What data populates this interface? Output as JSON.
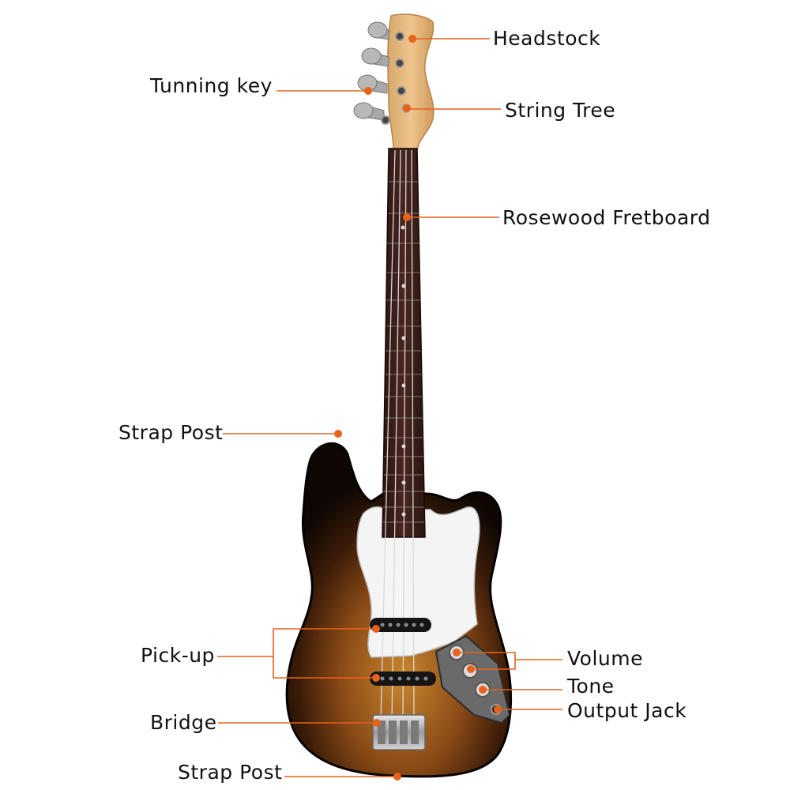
{
  "colors": {
    "leader": "#e8621a",
    "text": "#111111"
  },
  "labels": {
    "headstock": "Headstock",
    "tuning_key": "Tunning key",
    "string_tree": "String Tree",
    "fretboard": "Rosewood Fretboard",
    "strap_post_top": "Strap Post",
    "pickup": "Pick-up",
    "volume": "Volume",
    "tone": "Tone",
    "output_jack": "Output Jack",
    "bridge": "Bridge",
    "strap_post_bottom": "Strap Post"
  }
}
